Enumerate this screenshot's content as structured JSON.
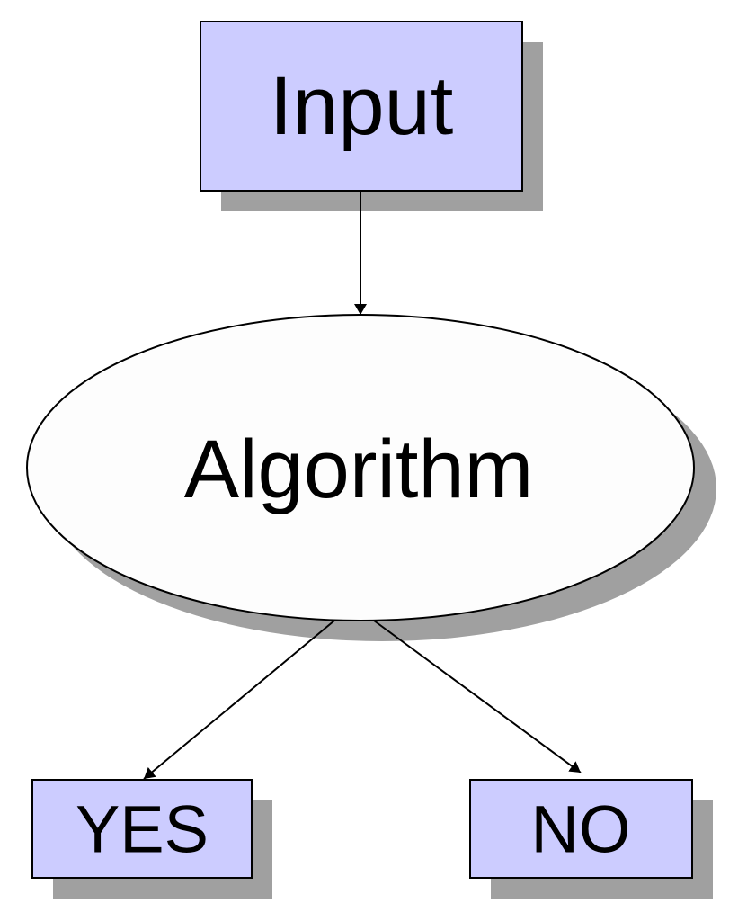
{
  "diagram": {
    "nodes": {
      "input": {
        "label": "Input",
        "shape": "rectangle"
      },
      "algorithm": {
        "label": "Algorithm",
        "shape": "ellipse"
      },
      "yes": {
        "label": "YES",
        "shape": "rectangle"
      },
      "no": {
        "label": "NO",
        "shape": "rectangle"
      }
    },
    "edges": [
      {
        "from": "input",
        "to": "algorithm"
      },
      {
        "from": "algorithm",
        "to": "yes"
      },
      {
        "from": "algorithm",
        "to": "no"
      }
    ]
  },
  "colors": {
    "box_fill": "#ccccff",
    "ellipse_fill": "#fdfdfd",
    "shadow": "#a0a0a0",
    "stroke": "#000000",
    "background": "#ffffff"
  }
}
